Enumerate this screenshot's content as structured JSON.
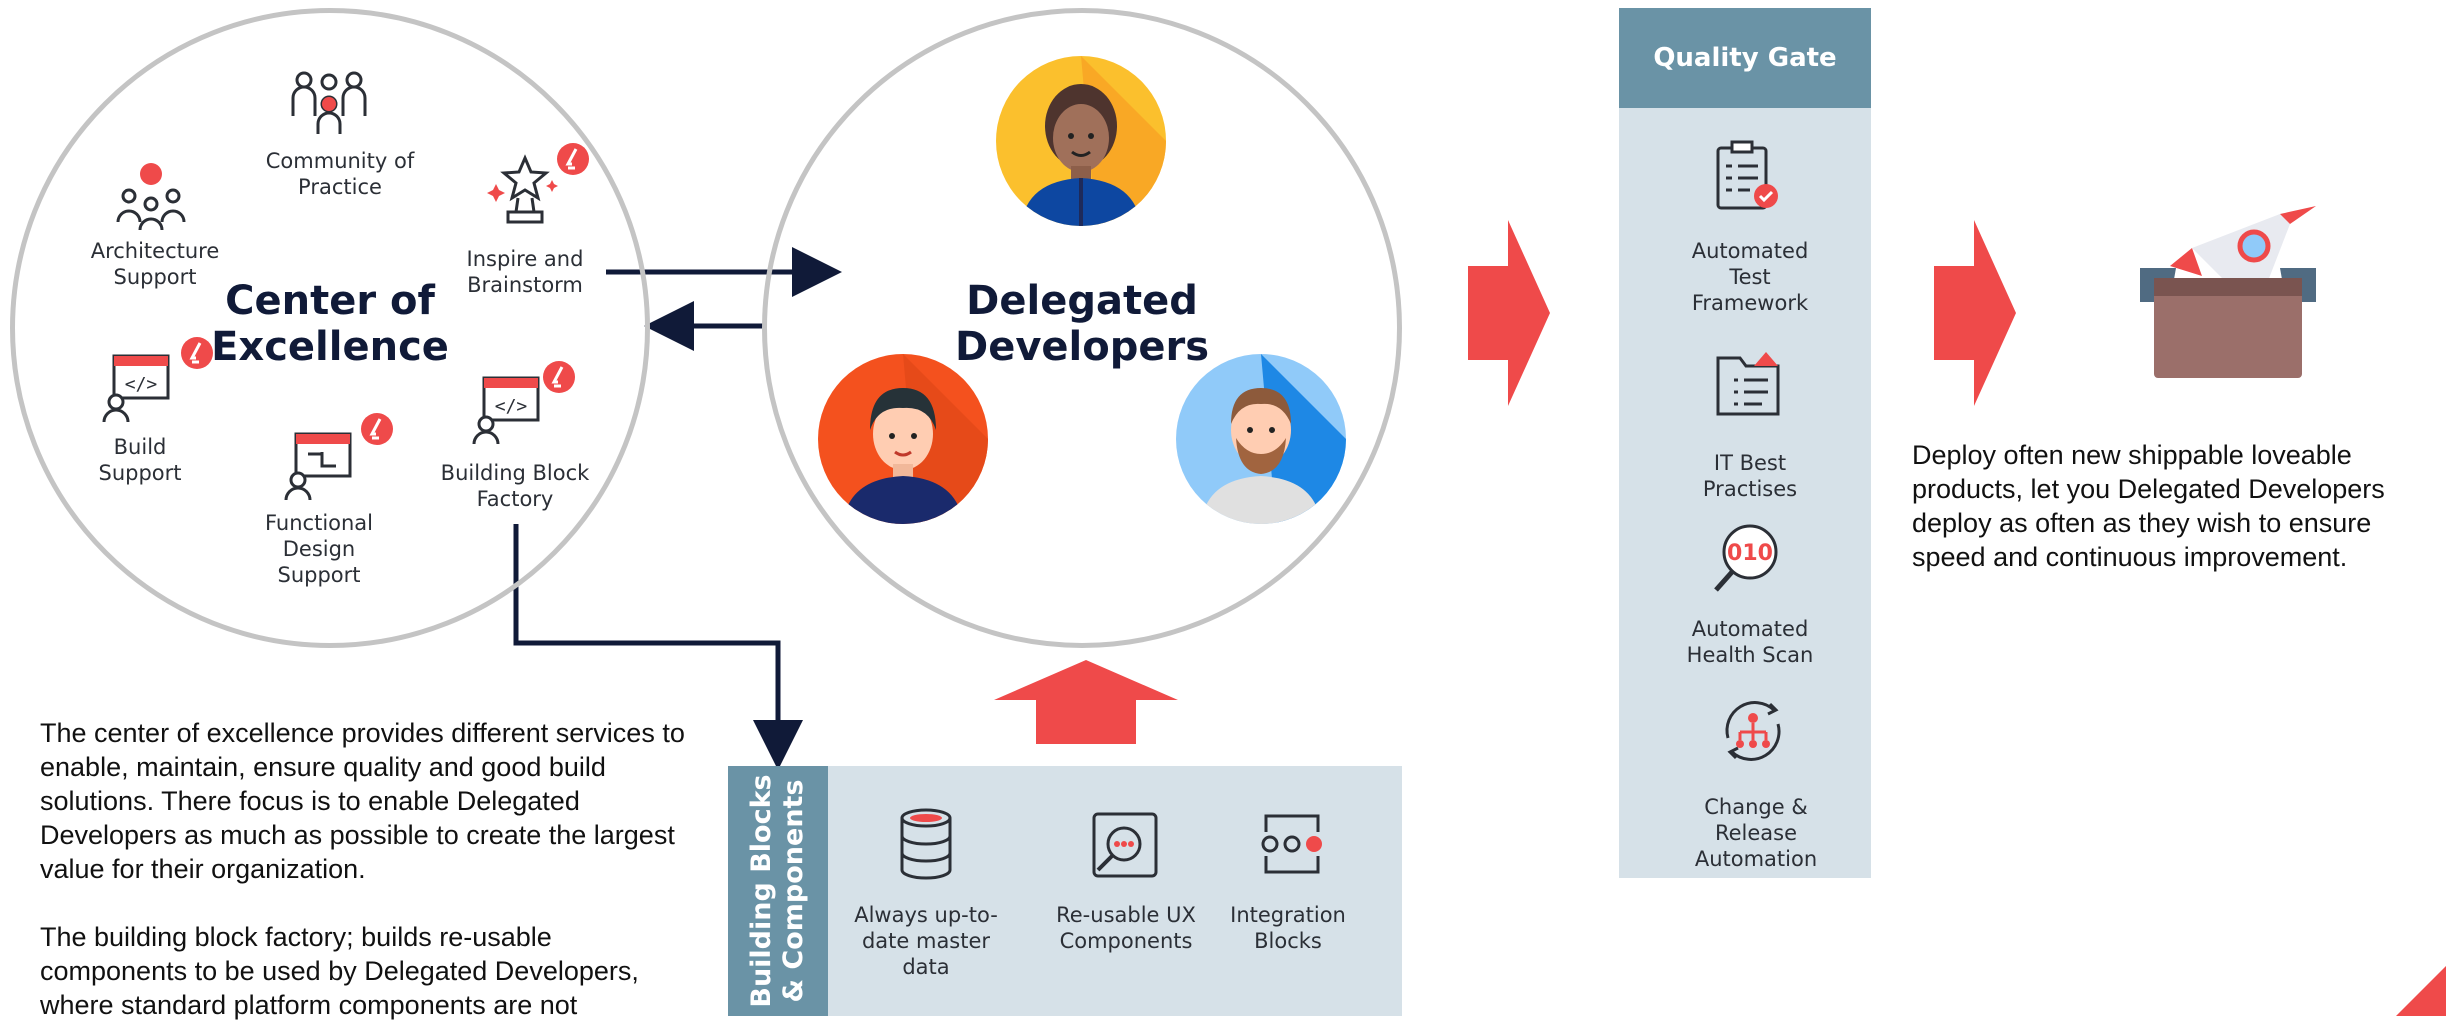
{
  "coe": {
    "title": "Center of\nExcellence",
    "services": {
      "community": "Community of\nPractice",
      "architecture": "Architecture\nSupport",
      "inspire": "Inspire and\nBrainstorm",
      "build": "Build\nSupport",
      "building_block": "Building Block\nFactory",
      "functional": "Functional\nDesign\nSupport"
    }
  },
  "delegated": {
    "title": "Delegated\nDevelopers"
  },
  "building_blocks": {
    "header": "Building Blocks\n& Components",
    "items": {
      "master_data": "Always up-to-\ndate master\ndata",
      "ux": "Re-usable UX\nComponents",
      "integration": "Integration\nBlocks"
    }
  },
  "quality_gate": {
    "title": "Quality Gate",
    "items": {
      "test": "Automated\nTest\nFramework",
      "it": "IT Best\nPractises",
      "health": "Automated\nHealth Scan",
      "release": "Change &\nRelease\nAutomation"
    }
  },
  "text": {
    "coe_description": "The center of excellence provides different services to enable, maintain, ensure quality and good build solutions. There focus is to enable Delegated Developers as much as possible to create the largest value for their organization.",
    "factory_description": "The building block factory; builds re-usable components to be used by Delegated Developers, where standard platform components are not",
    "deploy_description": "Deploy often new shippable loveable products, let you Delegated Developers deploy as often as they wish to ensure speed and continuous improvement."
  },
  "colors": {
    "accent_red": "#ef4a4a",
    "navy": "#101a38",
    "gate_blue": "#6a93a6",
    "panel": "#d6e1e8"
  }
}
